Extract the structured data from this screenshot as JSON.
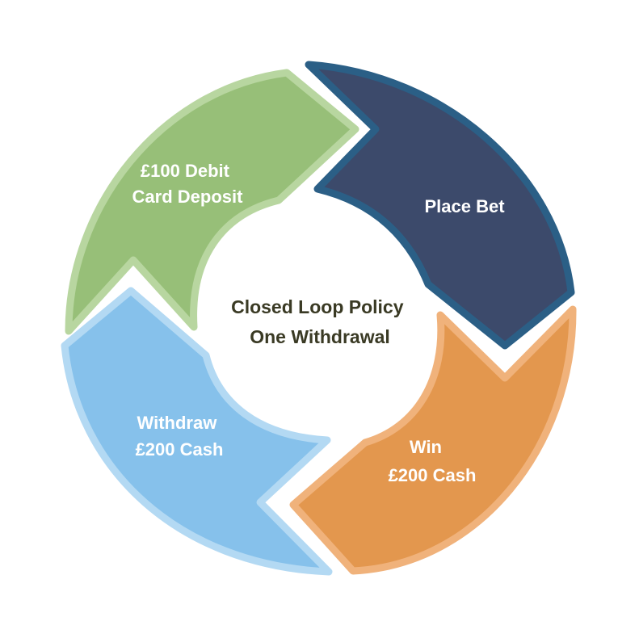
{
  "center": {
    "line1": "Closed Loop Policy",
    "line2": "One Withdrawal"
  },
  "segments": [
    {
      "line1": "£100 Debit",
      "line2": "Card Deposit",
      "fill": "#97bf78",
      "stroke": "#b8d6a0"
    },
    {
      "line1": "Place Bet",
      "line2": "",
      "fill": "#3c4a6b",
      "stroke": "#2b5f86"
    },
    {
      "line1": "Win",
      "line2": "£200 Cash",
      "fill": "#e3974e",
      "stroke": "#f0b27b"
    },
    {
      "line1": "Withdraw",
      "line2": "£200 Cash",
      "fill": "#86c1eb",
      "stroke": "#b3d9f3"
    }
  ]
}
